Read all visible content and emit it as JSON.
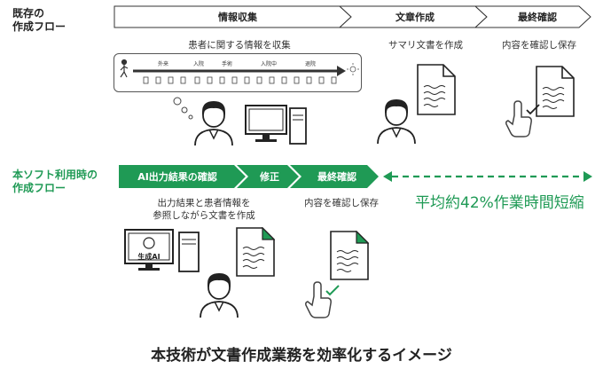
{
  "existing": {
    "label_line1": "既存の",
    "label_line2": "作成フロー",
    "steps": [
      "情報収集",
      "文章作成",
      "最終確認"
    ],
    "captions": [
      "患者に関する情報を収集",
      "サマリ文書を作成",
      "内容を確認し保存"
    ],
    "timeline_labels": [
      "外来",
      "入院",
      "手術",
      "入院中",
      "退院"
    ]
  },
  "new": {
    "label_line1": "本ソフト利用時の",
    "label_line2": "作成フロー",
    "steps": [
      "AI出力結果の確認",
      "修正",
      "最終確認"
    ],
    "caption_left_line1": "出力結果と患者情報を",
    "caption_left_line2": "参照しながら文書を作成",
    "caption_right": "内容を確認し保存",
    "ai_label": "生成AI",
    "reduction": "平均約42%作業時間短縮"
  },
  "colors": {
    "green": "#1f9a55",
    "dark": "#222222"
  },
  "footer": "本技術が文書作成業務を効率化するイメージ"
}
